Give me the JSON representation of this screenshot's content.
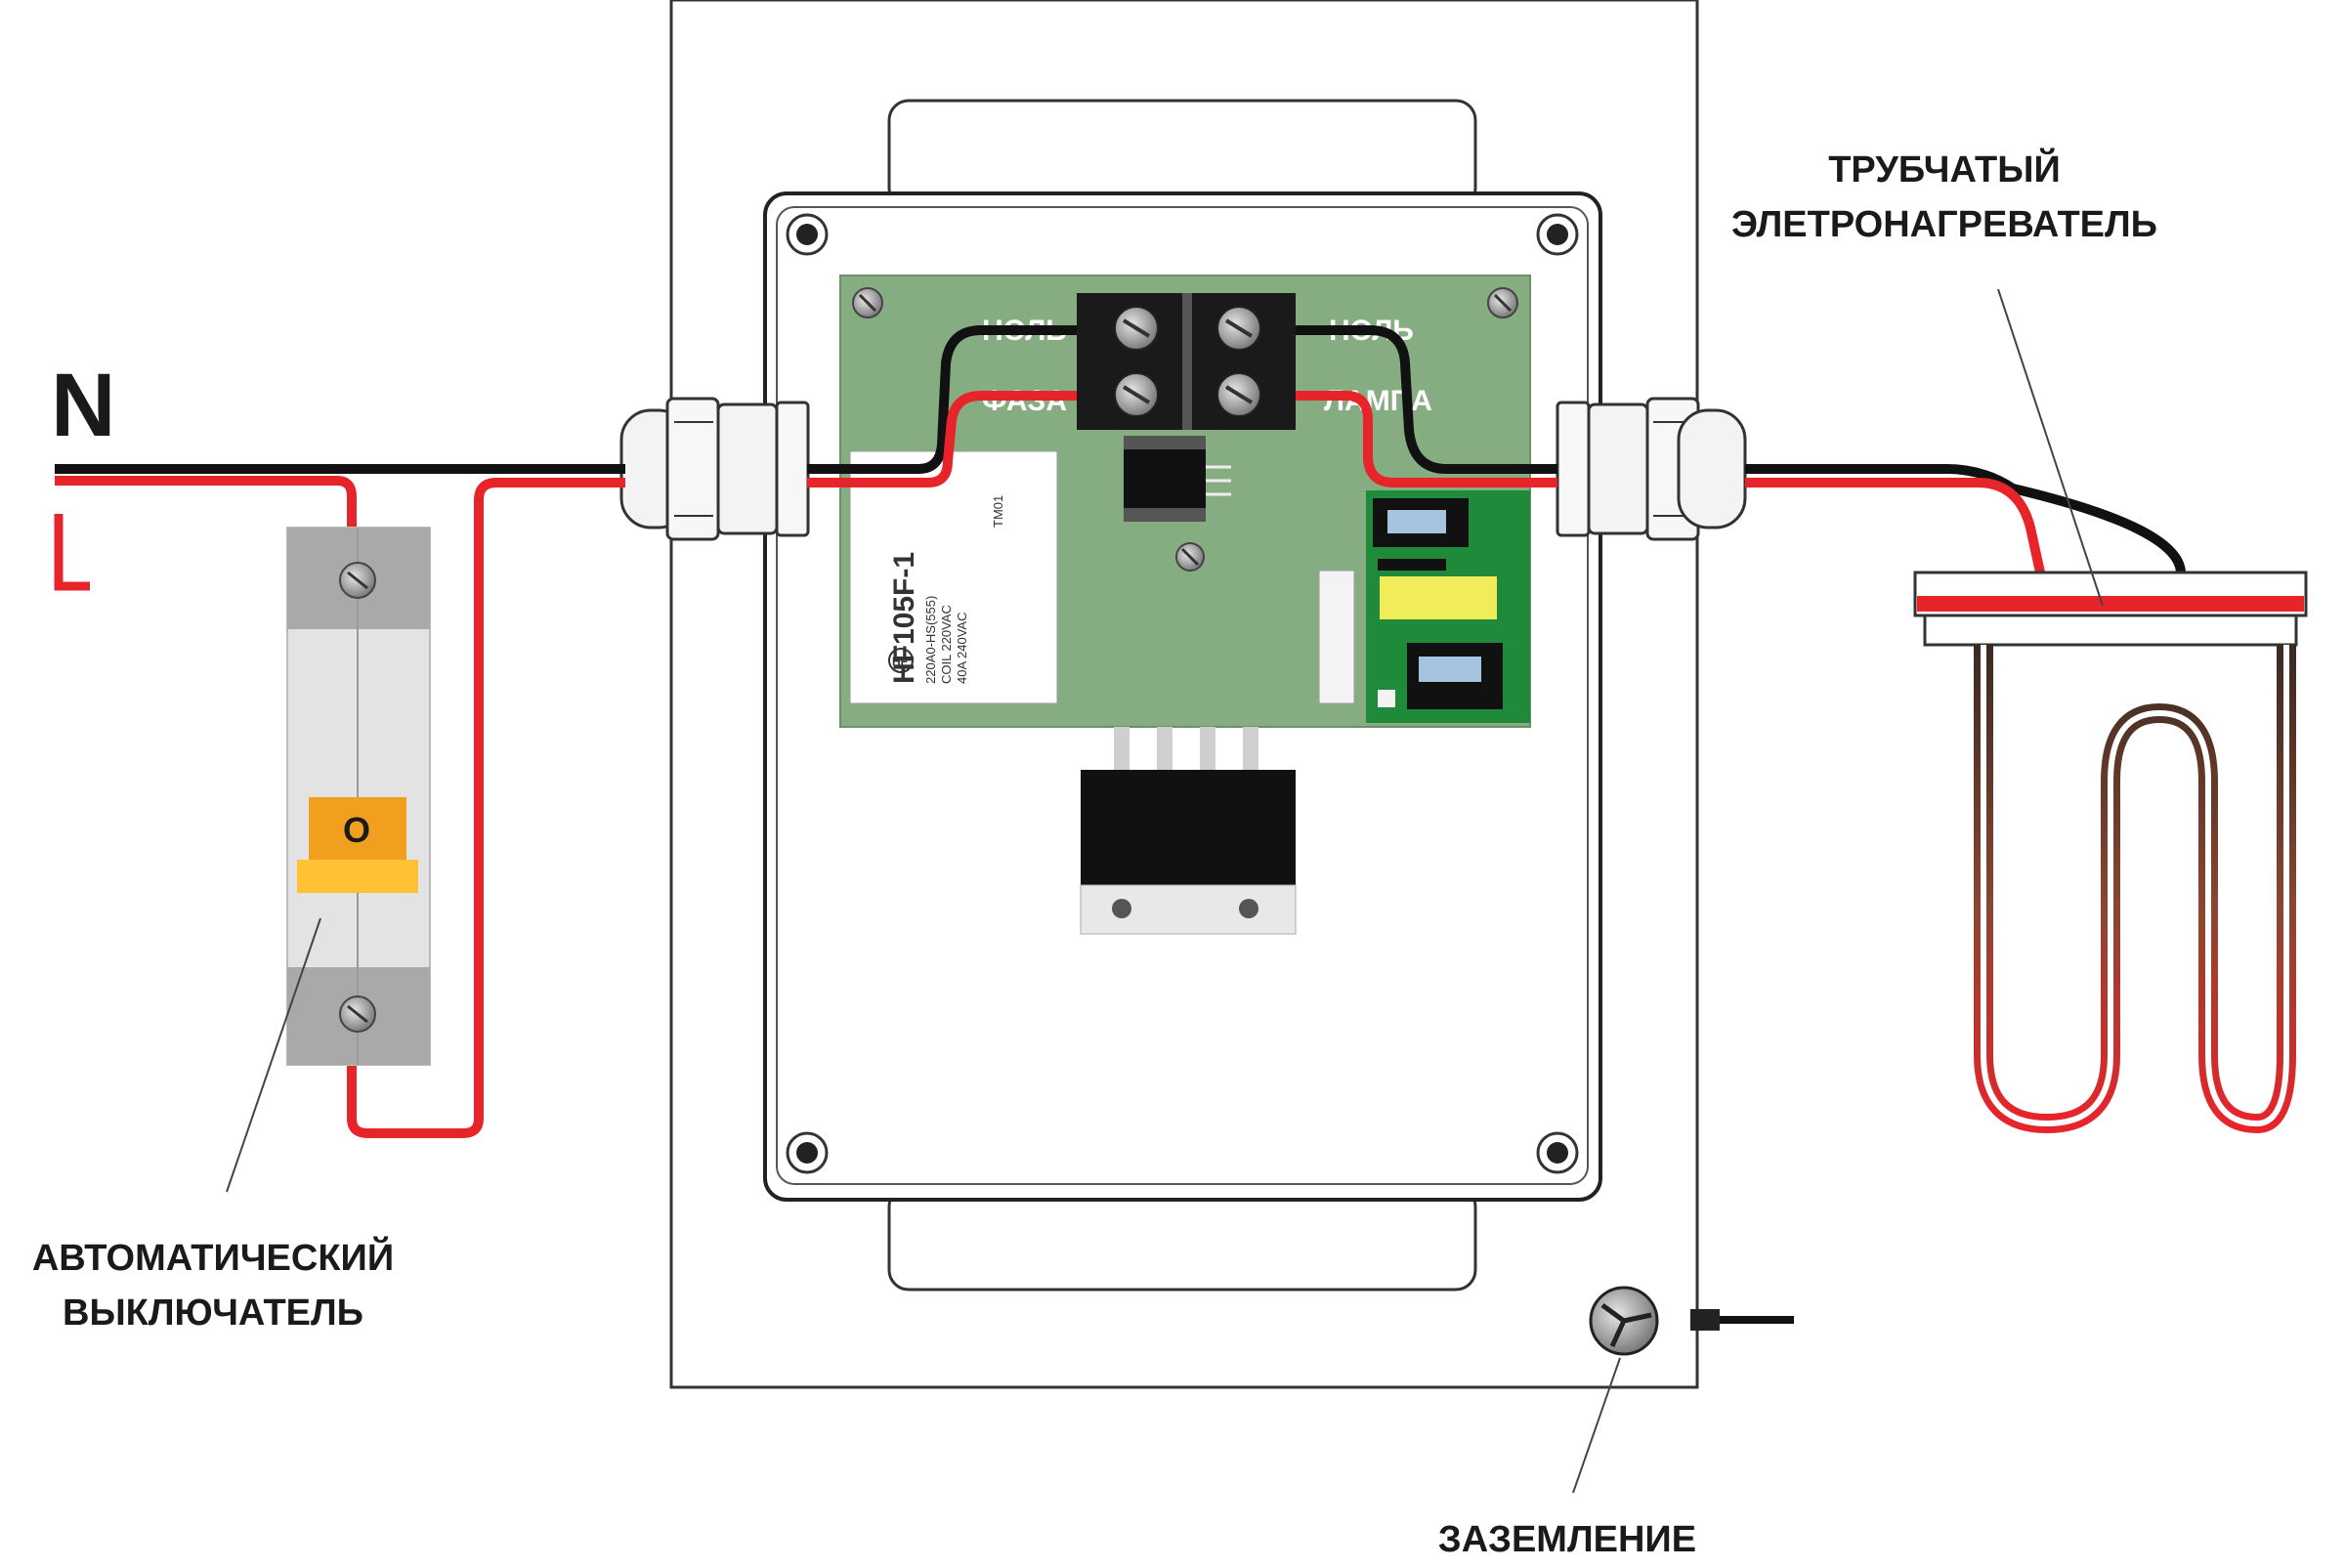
{
  "wires": {
    "neutral_label": "N",
    "phase_label": "L",
    "neutral_color": "#111111",
    "phase_color": "#e8242b"
  },
  "labels": {
    "breaker": [
      "АВТОМАТИЧЕСКИЙ",
      "ВЫКЛЮЧАТЕЛЬ"
    ],
    "heater": [
      "ТРУБЧАТЫЙ",
      "ЭЛЕТРОНАГРЕВАТЕЛЬ"
    ],
    "ground": "ЗАЗЕМЛЕНИЕ"
  },
  "breaker": {
    "switch_symbol": "O",
    "handle_color": "#f0a01e"
  },
  "board": {
    "color": "#86ad82",
    "terminal_labels": [
      "НОЛЬ",
      "ФАЗА",
      "НОЛЬ",
      "ЛАМПА"
    ],
    "relay_model": "HF105F-1",
    "relay_brand": "HF",
    "relay_lines": [
      "220A0-HS(555)",
      "COIL 220VAC",
      "40A 240VAC"
    ],
    "relay_code": "TM01"
  },
  "icons": {
    "screw": "screw-icon",
    "ground_screw": "ground-screw-icon",
    "cable_gland": "cable-gland-icon"
  }
}
